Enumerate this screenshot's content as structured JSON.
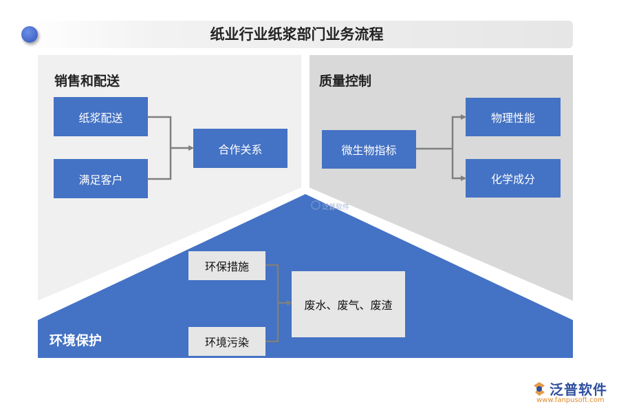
{
  "title": "纸业行业纸浆部门业务流程",
  "sales": {
    "heading": "销售和配送",
    "box1": "纸浆配送",
    "box2": "满足客户",
    "target": "合作关系"
  },
  "quality": {
    "heading": "质量控制",
    "source": "微生物指标",
    "out1": "物理性能",
    "out2": "化学成分"
  },
  "environment": {
    "heading": "环境保护",
    "box1": "环保措施",
    "box2": "环境污染",
    "target": "废水、废气、废渣"
  },
  "watermark": "泛普软件",
  "logo": {
    "name": "泛普软件",
    "url": "www.fanpusoft.com"
  },
  "colors": {
    "accent_blue": "#4472c4",
    "panel_light": "#f0f0f0",
    "panel_mid": "#d9d9d9",
    "connector": "#7f7f7f"
  }
}
